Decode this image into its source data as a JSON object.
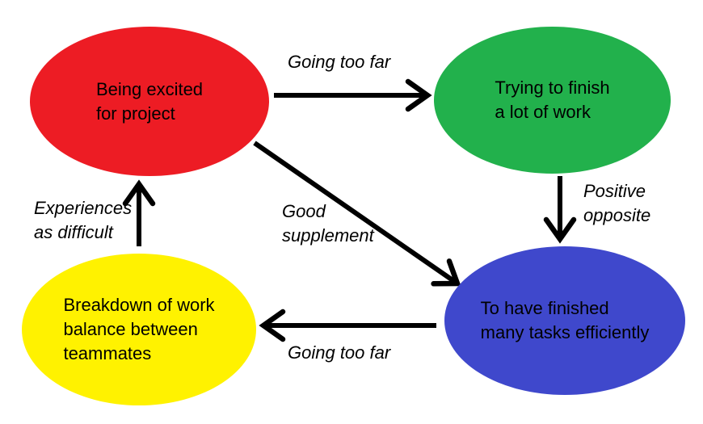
{
  "canvas": {
    "background": "#ffffff"
  },
  "arrow_color": "#000000",
  "text_color": "#000000",
  "nodes": [
    {
      "name": "being-excited",
      "color": "#ED1C24",
      "lines": [
        "Being excited",
        "for project"
      ]
    },
    {
      "name": "trying-to-finish",
      "color": "#22B14C",
      "lines": [
        "Trying to finish",
        "a lot of work"
      ]
    },
    {
      "name": "breakdown",
      "color": "#FFF200",
      "lines": [
        "Breakdown of work",
        "balance between",
        "teammates"
      ]
    },
    {
      "name": "finished-tasks",
      "color": "#3F48CC",
      "lines": [
        "To have finished",
        "many tasks efficiently"
      ]
    }
  ],
  "edges": [
    {
      "name": "excited-to-trying",
      "label_lines": [
        "Going too far"
      ]
    },
    {
      "name": "trying-to-finished",
      "label_lines": [
        "Positive",
        "opposite"
      ]
    },
    {
      "name": "excited-to-finished",
      "label_lines": [
        "Good",
        "supplement"
      ]
    },
    {
      "name": "finished-to-breakdown",
      "label_lines": [
        "Going too far"
      ]
    },
    {
      "name": "breakdown-to-excited",
      "label_lines": [
        "Experiences",
        "as difficult"
      ]
    }
  ]
}
